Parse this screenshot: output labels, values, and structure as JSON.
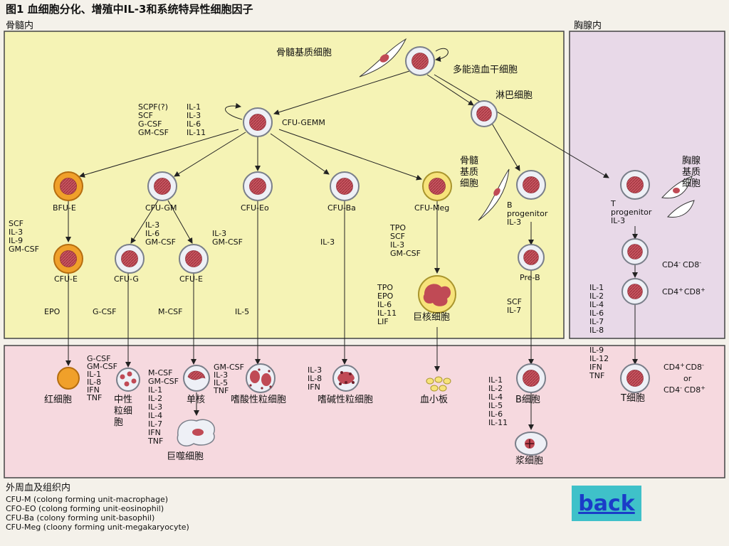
{
  "figure": {
    "title": "图1   血细胞分化、增殖中IL-3和系统特异性细胞因子",
    "region_marrow": "骨髓内",
    "region_thymus": "胸腺内",
    "region_periphery": "外周血及组织内"
  },
  "cells": {
    "stroma_top": "骨髓基质细胞",
    "stem": "多能造血干细胞",
    "lymphoid": "淋巴细胞",
    "cfu_gemm": "CFU-GEMM",
    "bfu_e": "BFU-E",
    "cfu_gm": "CFU-GM",
    "cfu_eo": "CFU-Eo",
    "cfu_ba": "CFU-Ba",
    "cfu_meg": "CFU-Meg",
    "stroma_mid": [
      "骨髓",
      "基质",
      "细胞"
    ],
    "b_prog": [
      "B",
      "progenitor",
      "IL-3"
    ],
    "thymus_stroma": [
      "胸腺",
      "基质",
      "细胞"
    ],
    "t_prog": [
      "T",
      "progenitor",
      "IL-3"
    ],
    "cfu_e_left": "CFU-E",
    "cfu_g": "CFU-G",
    "cfu_e_mid": "CFU-E",
    "megakaryocyte": "巨核细胞",
    "pre_b": "Pre-B",
    "rbc": "红细胞",
    "neutrophil": [
      "中性",
      "粒细",
      "胞"
    ],
    "monocyte": "单核",
    "macrophage": "巨噬细胞",
    "eosinophil": "嗜酸性粒细胞",
    "basophil": "嗜碱性粒细胞",
    "platelet": "血小板",
    "b_cell": "B细胞",
    "plasma": "浆细胞",
    "t_cell": "T细胞"
  },
  "factors": {
    "gemm_left": [
      "SCPF(?)",
      "SCF",
      "G-CSF",
      "GM-CSF"
    ],
    "gemm_right": [
      "IL-1",
      "IL-3",
      "IL-6",
      "IL-11"
    ],
    "bfu_e": [
      "SCF",
      "IL-3",
      "IL-9",
      "GM-CSF"
    ],
    "cfu_gm": [
      "IL-3",
      "IL-6",
      "GM-CSF"
    ],
    "eo": [
      "IL-3",
      "GM-CSF"
    ],
    "ba": "IL-3",
    "meg": [
      "TPO",
      "SCF",
      "IL-3",
      "GM-CSF"
    ],
    "epo": "EPO",
    "gcsf": "G-CSF",
    "mcsf": "M-CSF",
    "il5": "IL-5",
    "meg2": [
      "TPO",
      "EPO",
      "IL-6",
      "IL-11",
      "LIF"
    ],
    "pre_b": [
      "SCF",
      "IL-7"
    ],
    "neut_periph": [
      "G-CSF",
      "GM-CSF",
      "IL-1",
      "IL-8",
      "IFN",
      "TNF"
    ],
    "mono_periph": [
      "M-CSF",
      "GM-CSF",
      "IL-1",
      "IL-2",
      "IL-3",
      "IL-4",
      "IL-7",
      "IFN",
      "TNF"
    ],
    "eos_periph": [
      "GM-CSF",
      "IL-3",
      "IL-5",
      "TNF"
    ],
    "baso_periph": [
      "IL-3",
      "IL-8",
      "IFN"
    ],
    "b_periph": [
      "IL-1",
      "IL-2",
      "IL-4",
      "IL-5",
      "IL-6",
      "IL-11"
    ],
    "t_thymus": [
      "IL-1",
      "IL-2",
      "IL-4",
      "IL-6",
      "IL-7",
      "IL-8"
    ],
    "t_periph": [
      "IL-9",
      "IL-12",
      "IFN",
      "TNF"
    ]
  },
  "cd_labels": {
    "dn_cd4": "CD4",
    "dn_cd4_sup": "-",
    "dn_cd8": "CD8",
    "dn_cd8_sup": "-",
    "dp_cd4": "CD4",
    "dp_cd4_sup": "+",
    "dp_cd8": "CD8",
    "dp_cd8_sup": "+",
    "sp1_cd4": "CD4",
    "sp1_cd4_sup": "+",
    "sp1_cd8": "CD8",
    "sp1_cd8_sup": "-",
    "or": "or",
    "sp2_cd4": "CD4",
    "sp2_cd4_sup": "-",
    "sp2_cd8": "CD8",
    "sp2_cd8_sup": "+"
  },
  "legend": [
    "CFU-M  (colong forming unit-macrophage)",
    "CFO-EO  (colong forming unit-eosinophil)",
    "CFU-Ba  (colony forming unit-basophil)",
    "CFU-Meg  (cloony forming unit-megakaryocyte)"
  ],
  "nav": {
    "back": "back"
  },
  "colors": {
    "marrow_bg": "#f5f3b5",
    "thymus_bg": "#e8d9e8",
    "periphery_bg": "#f6d9df",
    "nucleus": "#c04a55",
    "cell_orange": "#f0a02a",
    "back_bg": "#3fc1c9",
    "back_text": "#1a3cc8"
  }
}
